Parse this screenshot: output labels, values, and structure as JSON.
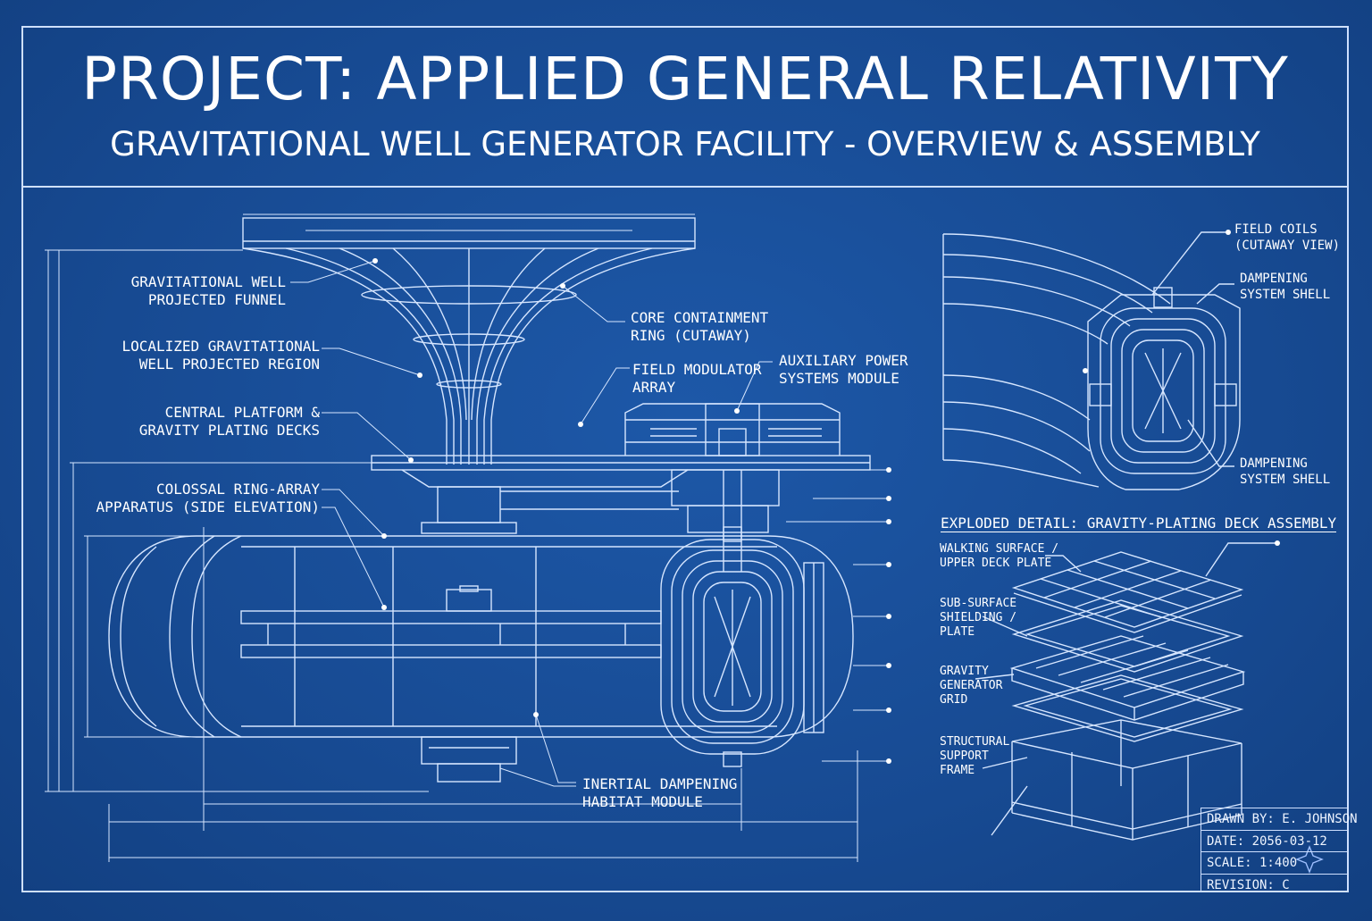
{
  "title": "PROJECT: APPLIED GENERAL RELATIVITY",
  "subtitle": "GRAVITATIONAL WELL GENERATOR FACILITY - OVERVIEW & ASSEMBLY",
  "labels": {
    "funnel": "GRAVITATIONAL WELL\nPROJECTED FUNNEL",
    "region": "LOCALIZED GRAVITATIONAL\nWELL PROJECTED REGION",
    "platform": "CENTRAL PLATFORM &\nGRAVITY PLATING DECKS",
    "ring_array": "COLOSSAL RING-ARRAY\nAPPARATUS (SIDE ELEVATION)",
    "core_ring": "CORE CONTAINMENT\nRING (CUTAWAY)",
    "modulator": "FIELD MODULATOR\nARRAY",
    "aux_power": "AUXILIARY POWER\nSYSTEMS MODULE",
    "habitat": "INERTIAL DAMPENING\nHABITAT MODULE",
    "field_coils": "FIELD COILS\n(CUTAWAY VIEW)",
    "dampening_top": "DAMPENING\nSYSTEM SHELL",
    "dampening_bottom": "DAMPENING\nSYSTEM SHELL"
  },
  "exploded": {
    "heading": "EXPLODED DETAIL: GRAVITY-PLATING DECK ASSEMBLY",
    "walking": "WALKING SURFACE /\nUPPER DECK PLATE",
    "shielding": "SUB-SURFACE\nSHIELDING /\nPLATE",
    "grid": "GRAVITY\nGENERATOR\nGRID",
    "frame": "STRUCTURAL\nSUPPORT\nFRAME"
  },
  "title_block": {
    "drawn_by": "DRAWN BY: E. JOHNSON",
    "date": "DATE: 2056-03-12",
    "scale": "SCALE: 1:400",
    "revision": "REVISION: C"
  },
  "colors": {
    "background": "#1a4e9a",
    "lines": "#cfe0ff",
    "text": "#ffffff"
  }
}
